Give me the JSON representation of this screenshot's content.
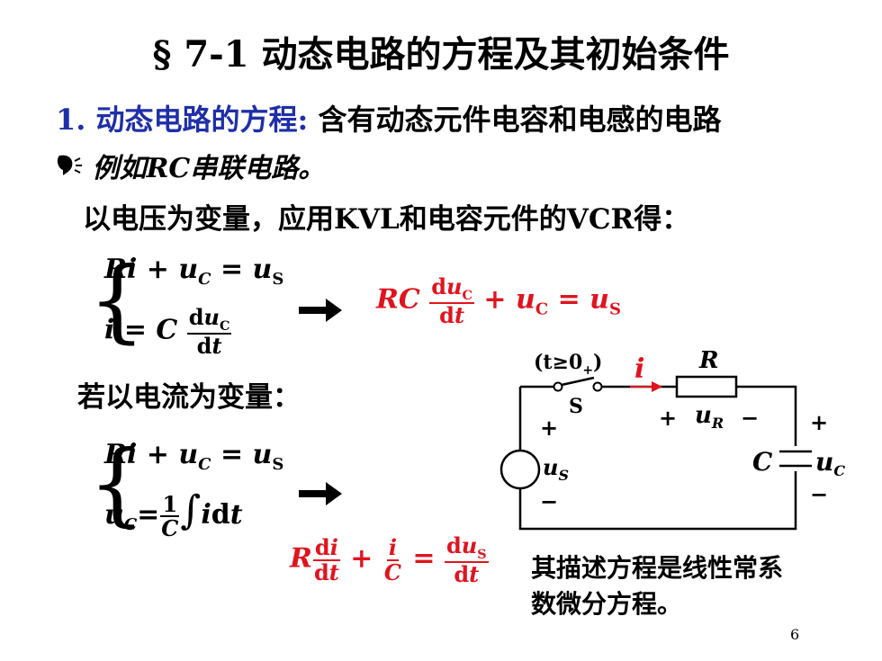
{
  "title": "§ 7-1  动态电路的方程及其初始条件",
  "section": {
    "number_label": "1. 动态电路的方程:",
    "description": "含有动态元件电容和电感的电路"
  },
  "example": "例如RC串联电路。",
  "voltage_variable_text": "以电压为变量，应用KVL和电容元件的VCR得：",
  "current_variable_text": "若以电流为变量：",
  "description_text": "其描述方程是线性常系数微分方程。",
  "page_number": "6",
  "circuit": {
    "switch_time": "(t≥0",
    "switch_time_sub": "+",
    "switch_label": "S",
    "current_label": "i",
    "resistor_label": "R",
    "resistor_voltage": "u",
    "resistor_voltage_sub": "R",
    "source_label": "u",
    "source_sub": "S",
    "capacitor_label": "C",
    "cap_voltage": "u",
    "cap_voltage_sub": "C",
    "plus": "+",
    "minus": "−"
  },
  "colors": {
    "heading_blue": "#1f2fa8",
    "equation_red": "#e0141e",
    "circuit_red": "#e0141e"
  },
  "icons": [
    "speaker-icon"
  ]
}
